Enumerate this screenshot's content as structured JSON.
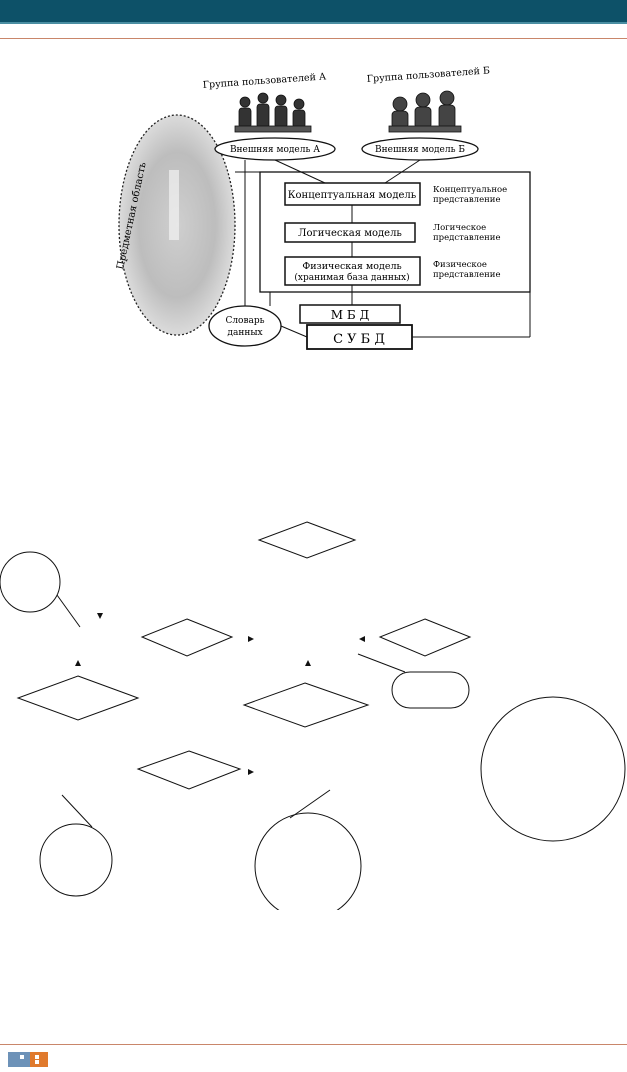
{
  "colors": {
    "header_bar": "#0d5168",
    "header_accent": "#4a8ea2",
    "rule": "#c9866a",
    "logo_blue": "#6d92b8",
    "logo_orange": "#e07a2d"
  },
  "scheme": {
    "group_a_label": "Группа пользователей А",
    "group_b_label": "Группа пользователей Б",
    "subject_area_label": "Предметная область",
    "external_model_a": "Внешняя модель А",
    "external_model_b": "Внешняя модель Б",
    "conceptual_model": "Концептуальная модель",
    "conceptual_view": [
      "Концептуальное",
      "представление"
    ],
    "logical_model": "Логическая модель",
    "logical_view": [
      "Логическое",
      "представление"
    ],
    "physical_model": [
      "Физическая модель",
      "(хранимая база данных)"
    ],
    "physical_view": [
      "Физическое",
      "представление"
    ],
    "data_dictionary": [
      "Словарь",
      "данных"
    ],
    "mbd": "М Б Д",
    "subd": "С У Б Д"
  }
}
